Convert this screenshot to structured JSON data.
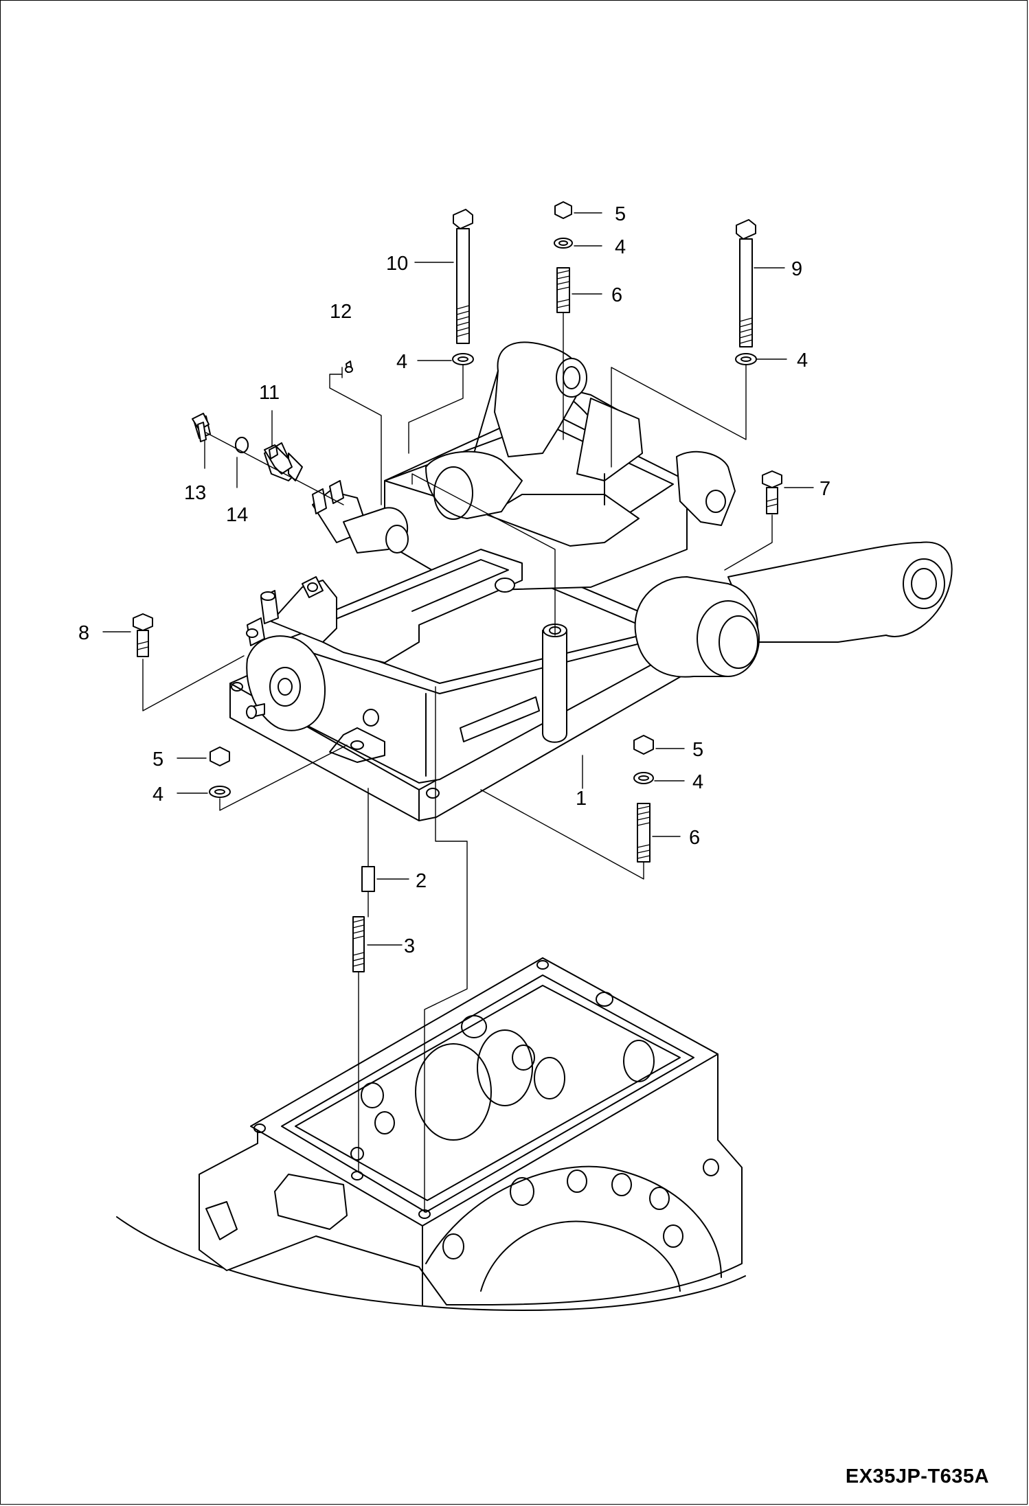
{
  "drawing_code": "EX35JP-T635A",
  "callouts": [
    {
      "id": "c1",
      "label": "1"
    },
    {
      "id": "c2",
      "label": "2"
    },
    {
      "id": "c3",
      "label": "3"
    },
    {
      "id": "c4a",
      "label": "4"
    },
    {
      "id": "c4b",
      "label": "4"
    },
    {
      "id": "c4c",
      "label": "4"
    },
    {
      "id": "c4d",
      "label": "4"
    },
    {
      "id": "c4e",
      "label": "4"
    },
    {
      "id": "c5a",
      "label": "5"
    },
    {
      "id": "c5b",
      "label": "5"
    },
    {
      "id": "c5c",
      "label": "5"
    },
    {
      "id": "c6a",
      "label": "6"
    },
    {
      "id": "c6b",
      "label": "6"
    },
    {
      "id": "c7",
      "label": "7"
    },
    {
      "id": "c8",
      "label": "8"
    },
    {
      "id": "c9",
      "label": "9"
    },
    {
      "id": "c10",
      "label": "10"
    },
    {
      "id": "c11",
      "label": "11"
    },
    {
      "id": "c12",
      "label": "12"
    },
    {
      "id": "c13",
      "label": "13"
    },
    {
      "id": "c14",
      "label": "14"
    }
  ]
}
